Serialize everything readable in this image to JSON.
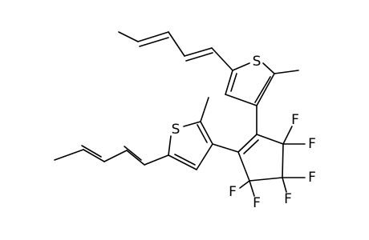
{
  "molecule": {
    "atoms": [
      {
        "id": "S1",
        "label": "S"
      },
      {
        "id": "S2",
        "label": "S"
      },
      {
        "id": "F1",
        "label": "F"
      },
      {
        "id": "F2",
        "label": "F"
      },
      {
        "id": "F3",
        "label": "F"
      },
      {
        "id": "F4",
        "label": "F"
      },
      {
        "id": "F5",
        "label": "F"
      },
      {
        "id": "F6",
        "label": "F"
      }
    ],
    "colors": {
      "bond": "#000000",
      "label": "#000000",
      "background": "#ffffff"
    }
  }
}
